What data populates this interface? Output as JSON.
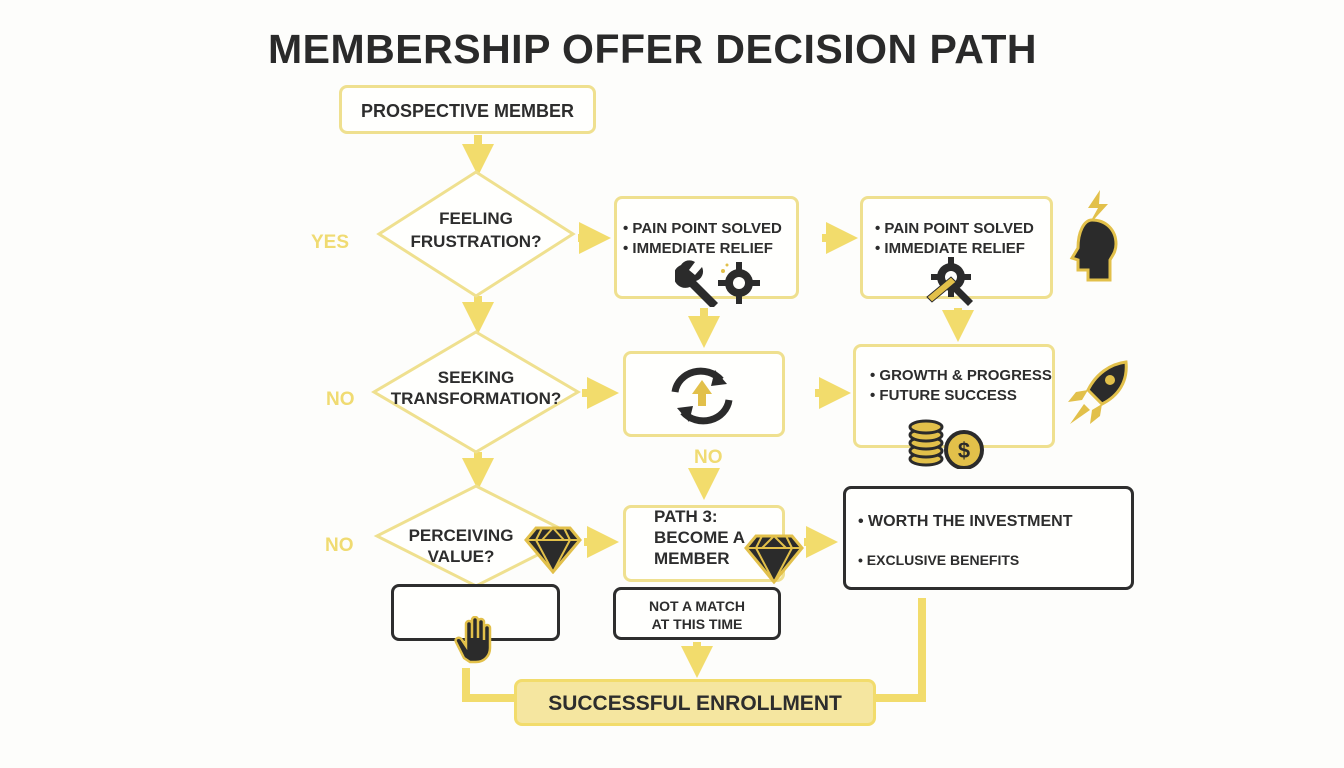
{
  "title": "MEMBERSHIP OFFER DECISION PATH",
  "start": "PROSPECTIVE MEMBER",
  "decisions": [
    {
      "line1": "FEELING",
      "line2": "FRUSTRATION?"
    },
    {
      "line1": "SEEKING",
      "line2": "TRANSFORMATION?"
    },
    {
      "line1": "PERCEIVING",
      "line2": "VALUE?"
    }
  ],
  "side_labels": {
    "row1": "YES",
    "row2": "NO",
    "row3": "NO",
    "mid": "NO"
  },
  "boxes": {
    "pain_left": [
      "PAIN POINT SOLVED",
      "IMMEDIATE RELIEF"
    ],
    "pain_right": [
      "PAIN POINT SOLVED",
      "IMMEDIATE RELIEF"
    ],
    "growth": [
      "GROWTH & PROGRESS",
      "FUTURE SUCCESS"
    ],
    "path3": [
      "PATH 3:",
      "BECOME A",
      "MEMBER"
    ],
    "worth": [
      "WORTH THE INVESTMENT",
      "EXCLUSIVE BENEFITS"
    ],
    "not_match": [
      "NOT A MATCH",
      "AT THIS TIME"
    ],
    "end": "SUCCESSFUL ENROLLMENT"
  },
  "colors": {
    "accent": "#efe08f",
    "arrow": "#f2dc6c",
    "dark": "#2e2e2e",
    "gold": "#e2c04a"
  },
  "icons": [
    "wrench-gear-icon",
    "head-lightning-icon",
    "cycle-arrows-icon",
    "rocket-icon",
    "coins-dollar-icon",
    "diamond-icon",
    "hand-stop-icon"
  ]
}
